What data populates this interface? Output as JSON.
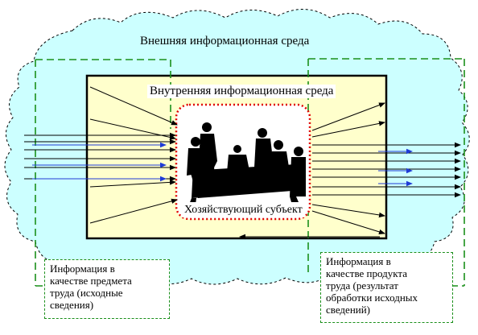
{
  "labels": {
    "external": "Внешняя информационная среда",
    "internal": "Внутренняя информационная среда",
    "subject": "Хозяйствующий субъект",
    "info_input": "Информация в\nкачестве предмета\nтруда (исходные\nсведения)",
    "info_output": "Информация в\nкачестве продукта\nтруда (результат\nобработки исходных\nсведений)"
  },
  "colors": {
    "cloud_fill": "#ccffff",
    "frame_fill": "#ffffcc",
    "dashed_green": "#1a8f1a",
    "dotted_red": "#e00000",
    "arrow_black": "#000000",
    "arrow_blue": "#1f3bd6",
    "picture": "#000000"
  },
  "icons": {
    "group": "meeting-people-icon"
  }
}
